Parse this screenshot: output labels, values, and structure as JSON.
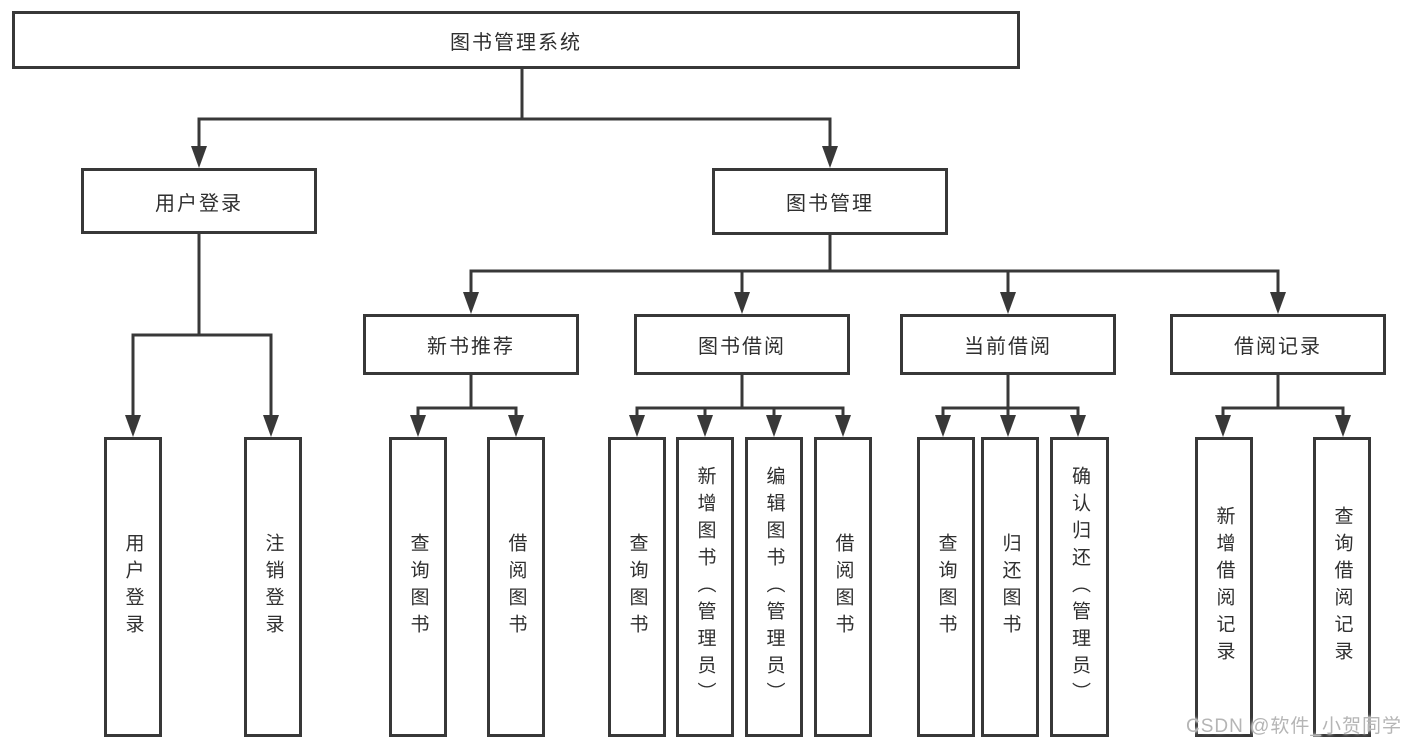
{
  "diagram_title": "图书管理系统",
  "nodes": [
    {
      "id": "root",
      "label": "图书管理系统"
    },
    {
      "id": "user-login",
      "label": "用户登录"
    },
    {
      "id": "book-mgmt",
      "label": "图书管理"
    },
    {
      "id": "new-book-rec",
      "label": "新书推荐"
    },
    {
      "id": "book-borrow",
      "label": "图书借阅"
    },
    {
      "id": "current-borrow",
      "label": "当前借阅"
    },
    {
      "id": "borrow-records",
      "label": "借阅记录"
    },
    {
      "id": "leaf-user-login",
      "label": "用户登录"
    },
    {
      "id": "leaf-logout",
      "label": "注销登录"
    },
    {
      "id": "leaf-rec-query-book",
      "label": "查询图书"
    },
    {
      "id": "leaf-rec-borrow-book",
      "label": "借阅图书"
    },
    {
      "id": "leaf-bb-query-book",
      "label": "查询图书"
    },
    {
      "id": "leaf-bb-add-book",
      "label": "新增图书（管理员）"
    },
    {
      "id": "leaf-bb-edit-book",
      "label": "编辑图书（管理员）"
    },
    {
      "id": "leaf-bb-borrow-book",
      "label": "借阅图书"
    },
    {
      "id": "leaf-cb-query-book",
      "label": "查询图书"
    },
    {
      "id": "leaf-cb-return-book",
      "label": "归还图书"
    },
    {
      "id": "leaf-cb-confirm-return",
      "label": "确认归还（管理员）"
    },
    {
      "id": "leaf-br-add-record",
      "label": "新增借阅记录"
    },
    {
      "id": "leaf-br-query-record",
      "label": "查询借阅记录"
    }
  ],
  "hierarchy": {
    "root": "图书管理系统",
    "children": {
      "用户登录": [
        "用户登录",
        "注销登录"
      ],
      "图书管理": {
        "新书推荐": [
          "查询图书",
          "借阅图书"
        ],
        "图书借阅": [
          "查询图书",
          "新增图书（管理员）",
          "编辑图书（管理员）",
          "借阅图书"
        ],
        "当前借阅": [
          "查询图书",
          "归还图书",
          "确认归还（管理员）"
        ],
        "借阅记录": [
          "新增借阅记录",
          "查询借阅记录"
        ]
      }
    }
  },
  "watermark": {
    "text": "CSDN @软件_小贺同学"
  },
  "colors": {
    "line": "#383838",
    "text": "#2f2f2f",
    "box_background": "#ffffff",
    "watermark": "#b5b5b5",
    "background": "#ffffff"
  }
}
